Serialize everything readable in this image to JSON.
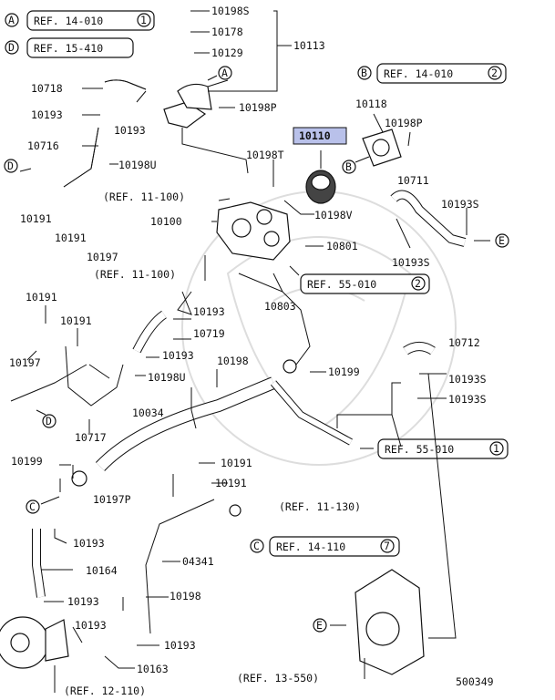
{
  "diagram_id": "500349",
  "highlighted_part": "10110",
  "callouts": [
    {
      "letter": "A",
      "ref": "REF. 14-010",
      "num": "1"
    },
    {
      "letter": "D",
      "ref": "REF. 15-410",
      "num": ""
    },
    {
      "letter": "B",
      "ref": "REF. 14-010",
      "num": "2"
    },
    {
      "letter": "C",
      "ref": "REF. 14-110",
      "num": "7"
    }
  ],
  "refs": [
    {
      "ref": "REF. 55-010",
      "num": "2"
    },
    {
      "ref": "REF. 55-010",
      "num": "1"
    }
  ],
  "plain_refs": [
    "(REF. 11-100)",
    "(REF. 11-100)",
    "(REF. 11-130)",
    "(REF. 13-550)",
    "(REF. 12-110)"
  ],
  "connectors": [
    "A",
    "B",
    "C",
    "D",
    "E"
  ],
  "part_labels": [
    "10198S",
    "10178",
    "10129",
    "10113",
    "10718",
    "10193",
    "10193",
    "10198P",
    "10716",
    "10198U",
    "10191",
    "10191",
    "10197",
    "10100",
    "10198T",
    "10110",
    "10198V",
    "10118",
    "10198P",
    "10711",
    "10193S",
    "10193S",
    "10801",
    "10803",
    "10191",
    "10191",
    "10193",
    "10719",
    "10193",
    "10197",
    "10198U",
    "10198",
    "10199",
    "10717",
    "10034",
    "10712",
    "10193S",
    "10193S",
    "10199",
    "10191",
    "10197P",
    "10191",
    "10193",
    "10164",
    "04341",
    "10198",
    "10193",
    "10193",
    "10193",
    "10163"
  ]
}
